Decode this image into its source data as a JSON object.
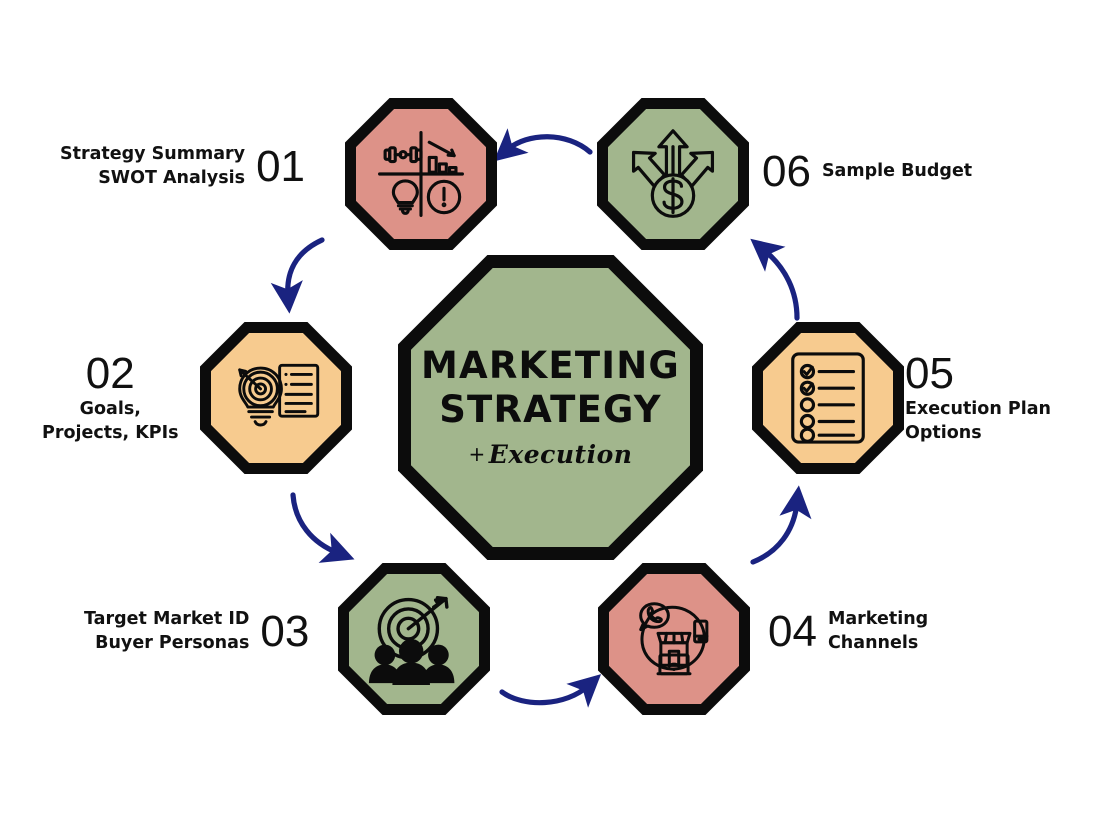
{
  "center": {
    "title_line1": "MARKETING",
    "title_line2": "STRATEGY",
    "subtitle_plus": "+",
    "subtitle": "Execution",
    "fill_color": "#a2b68d",
    "border_color": "#0c0c0c"
  },
  "colors": {
    "green": "#a2b68d",
    "salmon": "#dd9288",
    "peach": "#f7cb8f",
    "outline": "#0c0c0c",
    "arrow": "#1a2380",
    "background": "#ffffff",
    "text": "#111111"
  },
  "steps": [
    {
      "number": "01",
      "label_line1": "Strategy Summary",
      "label_line2": "SWOT Analysis",
      "fill_color": "#dd9288",
      "icon": "swot-quadrant-icon",
      "side": "left"
    },
    {
      "number": "02",
      "label_line1": "Goals,",
      "label_line2": "Projects, KPIs",
      "fill_color": "#f7cb8f",
      "icon": "target-lightbulb-document-icon",
      "side": "left"
    },
    {
      "number": "03",
      "label_line1": "Target Market ID",
      "label_line2": "Buyer Personas",
      "fill_color": "#a2b68d",
      "icon": "target-audience-icon",
      "side": "left"
    },
    {
      "number": "04",
      "label_line1": "Marketing",
      "label_line2": "Channels",
      "fill_color": "#dd9288",
      "icon": "storefront-channels-icon",
      "side": "right"
    },
    {
      "number": "05",
      "label_line1": "Execution Plan",
      "label_line2": "Options",
      "fill_color": "#f7cb8f",
      "icon": "checklist-icon",
      "side": "right"
    },
    {
      "number": "06",
      "label_line1": "Sample Budget",
      "label_line2": "",
      "fill_color": "#a2b68d",
      "icon": "budget-arrows-dollar-icon",
      "side": "right"
    }
  ],
  "arrows": [
    {
      "name": "arrow-06-to-01",
      "from": "06",
      "to": "01"
    },
    {
      "name": "arrow-01-to-02",
      "from": "01",
      "to": "02"
    },
    {
      "name": "arrow-02-to-03",
      "from": "02",
      "to": "03"
    },
    {
      "name": "arrow-03-to-04",
      "from": "03",
      "to": "04"
    },
    {
      "name": "arrow-04-to-05",
      "from": "04",
      "to": "05"
    },
    {
      "name": "arrow-05-to-06",
      "from": "05",
      "to": "06"
    }
  ]
}
